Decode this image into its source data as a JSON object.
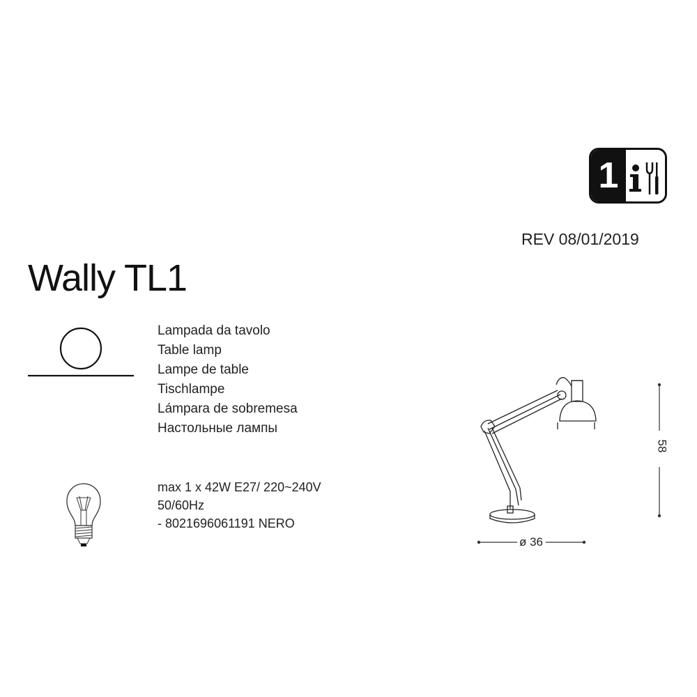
{
  "document": {
    "badge": {
      "number": "1",
      "icon_info": "info-icon",
      "icon_tools": "tools-icon"
    },
    "revision": "REV 08/01/2019",
    "product_title": "Wally TL1",
    "type_symbol": "table-mount-icon",
    "product_type_translations": [
      "Lampada da tavolo",
      "Table lamp",
      "Lampe de table",
      "Tischlampe",
      "Lámpara de sobremesa",
      "Настольные лампы"
    ],
    "bulb_icon": "bulb-icon",
    "specs": [
      "max 1 x 42W E27/ 220~240V",
      "50/60Hz",
      "- 8021696061191 NERO"
    ],
    "drawing": {
      "icon": "desk-lamp-drawing",
      "height_dimension": "58",
      "diameter_dimension": "ø 36"
    },
    "colors": {
      "ink": "#111111",
      "background": "#ffffff"
    }
  }
}
